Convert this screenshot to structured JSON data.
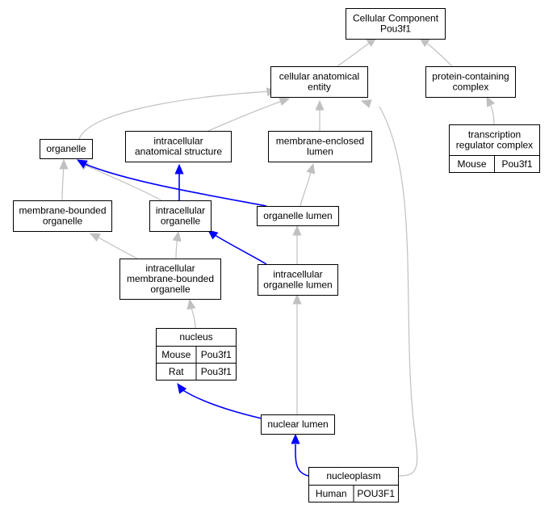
{
  "nodes": {
    "root": {
      "lines": [
        "Cellular Component",
        "Pou3f1"
      ]
    },
    "cae": {
      "lines": [
        "cellular anatomical",
        "entity"
      ]
    },
    "pcc": {
      "lines": [
        "protein-containing",
        "complex"
      ]
    },
    "trc": {
      "lines": [
        "transcription",
        "regulator complex"
      ],
      "annotations": [
        {
          "species": "Mouse",
          "gene": "Pou3f1"
        }
      ]
    },
    "organelle": {
      "lines": [
        "organelle"
      ]
    },
    "ias": {
      "lines": [
        "intracellular",
        "anatomical structure"
      ]
    },
    "mel": {
      "lines": [
        "membrane-enclosed",
        "lumen"
      ]
    },
    "mbo": {
      "lines": [
        "membrane-bounded",
        "organelle"
      ]
    },
    "io": {
      "lines": [
        "intracellular",
        "organelle"
      ]
    },
    "ol": {
      "lines": [
        "organelle lumen"
      ]
    },
    "imbo": {
      "lines": [
        "intracellular",
        "membrane-bounded",
        "organelle"
      ]
    },
    "iol": {
      "lines": [
        "intracellular",
        "organelle lumen"
      ]
    },
    "nucleus": {
      "lines": [
        "nucleus"
      ],
      "annotations": [
        {
          "species": "Mouse",
          "gene": "Pou3f1"
        },
        {
          "species": "Rat",
          "gene": "Pou3f1"
        }
      ]
    },
    "nl": {
      "lines": [
        "nuclear lumen"
      ]
    },
    "np": {
      "lines": [
        "nucleoplasm"
      ],
      "annotations": [
        {
          "species": "Human",
          "gene": "POU3F1"
        }
      ]
    }
  },
  "edges": [
    {
      "from": "cae",
      "to": "root",
      "kind": "is_a"
    },
    {
      "from": "pcc",
      "to": "root",
      "kind": "is_a"
    },
    {
      "from": "trc",
      "to": "pcc",
      "kind": "is_a"
    },
    {
      "from": "organelle",
      "to": "cae",
      "kind": "is_a"
    },
    {
      "from": "ias",
      "to": "cae",
      "kind": "is_a"
    },
    {
      "from": "mel",
      "to": "cae",
      "kind": "is_a"
    },
    {
      "from": "np",
      "to": "cae",
      "kind": "is_a"
    },
    {
      "from": "mbo",
      "to": "organelle",
      "kind": "is_a"
    },
    {
      "from": "io",
      "to": "organelle",
      "kind": "is_a"
    },
    {
      "from": "io",
      "to": "ias",
      "kind": "part_of"
    },
    {
      "from": "ol",
      "to": "organelle",
      "kind": "part_of"
    },
    {
      "from": "ol",
      "to": "mel",
      "kind": "is_a"
    },
    {
      "from": "imbo",
      "to": "mbo",
      "kind": "is_a"
    },
    {
      "from": "imbo",
      "to": "io",
      "kind": "is_a"
    },
    {
      "from": "iol",
      "to": "io",
      "kind": "part_of"
    },
    {
      "from": "iol",
      "to": "ol",
      "kind": "is_a"
    },
    {
      "from": "nucleus",
      "to": "imbo",
      "kind": "is_a"
    },
    {
      "from": "nl",
      "to": "nucleus",
      "kind": "part_of"
    },
    {
      "from": "nl",
      "to": "iol",
      "kind": "is_a"
    },
    {
      "from": "np",
      "to": "nl",
      "kind": "part_of"
    }
  ],
  "colors": {
    "is_a_edge": "#c0c0c0",
    "part_of_edge": "#0000ff",
    "species": {
      "Mouse": "#add8e6",
      "Rat": "#ffd700",
      "Human": "#ff6347"
    }
  }
}
